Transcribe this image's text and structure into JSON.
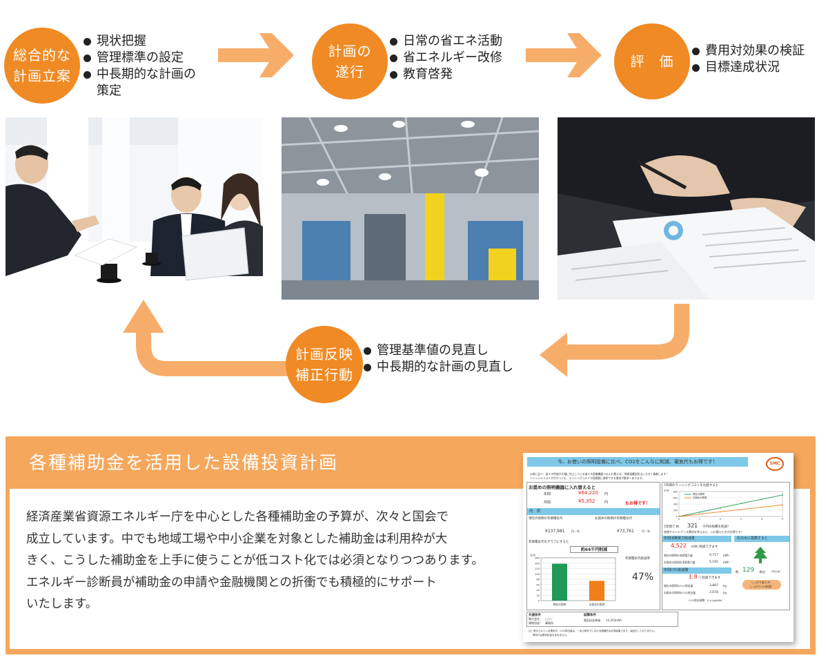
{
  "steps": [
    {
      "circle_lines": [
        "総合的な",
        "計画立案"
      ],
      "bullets": [
        "現状把握",
        "管理標準の設定",
        "中長期的な計画の"
      ],
      "continuation": "策定"
    },
    {
      "circle_lines": [
        "計画の",
        "遂行"
      ],
      "bullets": [
        "日常の省エネ活動",
        "省エネルギー改修",
        "教育啓発"
      ]
    },
    {
      "circle_lines": [
        "評　価"
      ],
      "bullets": [
        "費用対効果の検証",
        "目標達成状況"
      ]
    },
    {
      "circle_lines": [
        "計画反映",
        "補正行動"
      ],
      "bullets": [
        "管理基準値の見直し",
        "中長期的な計画の見直し"
      ]
    }
  ],
  "colors": {
    "accent": "#f08a24",
    "panel": "#f5a75c",
    "arrow": "#f7ad6a"
  },
  "section": {
    "title": "各種補助金を活用した設備投資計画",
    "body_lines": [
      "経済産業省資源エネルギー庁を中心とした各種補助金の予算が、次々と国会で",
      "成立しています。中でも地域工場や中小企業を対象とした補助金は利用枠が大",
      "きく、こうした補助金を上手に使うことが低コスト化では必須となりつつあります。",
      "エネルギー診断員が補助金の申請や金融機関との折衝でも積極的にサポート",
      "いたします。"
    ]
  },
  "report": {
    "banner": "今、お使いの照明設備に比べ、CO2をこんなに削減、電気代もお得です！",
    "logo": "SMC",
    "intro1": "以前に比べ、省エネ性能が大幅に向上している省エネ設備機器への入れ替えは、地球温暖化防止に大きく貢献します！",
    "intro2": "イニシャルコストがかかっても、ランニングコストで短期間に償却できる場合が数多くあります。",
    "replace_title": "お奨めの照明機器に入れ替えると",
    "annual_label": "年間",
    "annual_value": "¥64,220",
    "monthly_label": "月間",
    "monthly_value": "¥5,352",
    "yen": "円",
    "otoku": "もお得です！",
    "breakdown": "内　訳",
    "current_label": "現在の照明の年間電気代",
    "current_value": "¥137,981",
    "rec_label": "お奨めの照明の年間電気代",
    "rec_value": "¥73,761",
    "per_year": "円／年",
    "graph_label": "年間電気代をグラフにすると",
    "graph_badge": "約64千円削減",
    "unit_label": "千円",
    "rate_label": "年間電気代削減率",
    "rate_value": "47%",
    "bar_cur_label": "現在の照明",
    "bar_rec_label": "お奨めの照明",
    "running_title": "5年間のランニングコストを比較すると",
    "line_unit": "千円",
    "legend_cur": "現在の照明",
    "legend_rec": "お奨めの照明",
    "five_year_prefix": "5年間で 約",
    "five_year_value": "321",
    "five_year_suffix": "千円の経費を削減！",
    "maint_note": "修理やメンテナンス費用を考えると、入れ替えた方がお得です！",
    "kwh_title": "年間消費電力削減量",
    "kwh_value": "4,522",
    "kwh_unit": "kWh 削減できます",
    "kwh_cur_label": "現在の照明の消費電力量",
    "kwh_cur": "9,717",
    "kwh_rec_label": "お奨めの照明の消費電力量",
    "kwh_rec": "5,195",
    "kwh": "kWh",
    "co2_title": "年間CO2削減量",
    "co2_value": "1.8",
    "co2_unit": "t 削減できます",
    "co2_cur_label": "現在の照明のCO2排出量",
    "co2_cur": "3,887",
    "co2_rec_label": "お奨めの照明のCO2排出量",
    "co2_rec": "2,078",
    "kg": "kg",
    "co2_coef": "CO2排出係数：0.4 kg/kWh",
    "tree_title": "杉の木に換算すると",
    "tree_prefix": "約",
    "tree_value": "129",
    "tree_unit": "本分",
    "tree_note": "（杉の木）",
    "tree_pill1": "しっかり省エネ！",
    "tree_pill2": "しっかりCO2削減！",
    "cond_title": "共通条件",
    "cond_power": "電力会社：　○○○",
    "cond_use": "建物用途：　事務所",
    "calc_title": "試算条件",
    "calc_rate": "電気料金単価：　14.2円/kWh",
    "foot1": "注）表示されている電気代、CO2排出量は、一定の条件下における概略的な計算結果であり、保証をしておりません。",
    "foot2": "電気代は基本料金を含みません。"
  },
  "chart_data": [
    {
      "type": "bar",
      "title": "約64千円削減",
      "ylabel": "千円",
      "categories": [
        "現在の照明",
        "お奨めの照明"
      ],
      "values": [
        138,
        74
      ],
      "ylim": [
        0,
        160
      ],
      "colors": [
        "#1f9a57",
        "#f07f1a"
      ]
    },
    {
      "type": "line",
      "title": "5年間のランニングコストを比較すると",
      "ylabel": "千円",
      "x": [
        0,
        1,
        2,
        3,
        4,
        5
      ],
      "ylim": [
        0,
        800
      ],
      "series": [
        {
          "name": "現在の照明",
          "values": [
            0,
            138,
            276,
            414,
            552,
            690
          ],
          "color": "#1f9a57"
        },
        {
          "name": "お奨めの照明",
          "values": [
            0,
            74,
            148,
            221,
            295,
            369
          ],
          "color": "#f07f1a"
        }
      ]
    }
  ]
}
